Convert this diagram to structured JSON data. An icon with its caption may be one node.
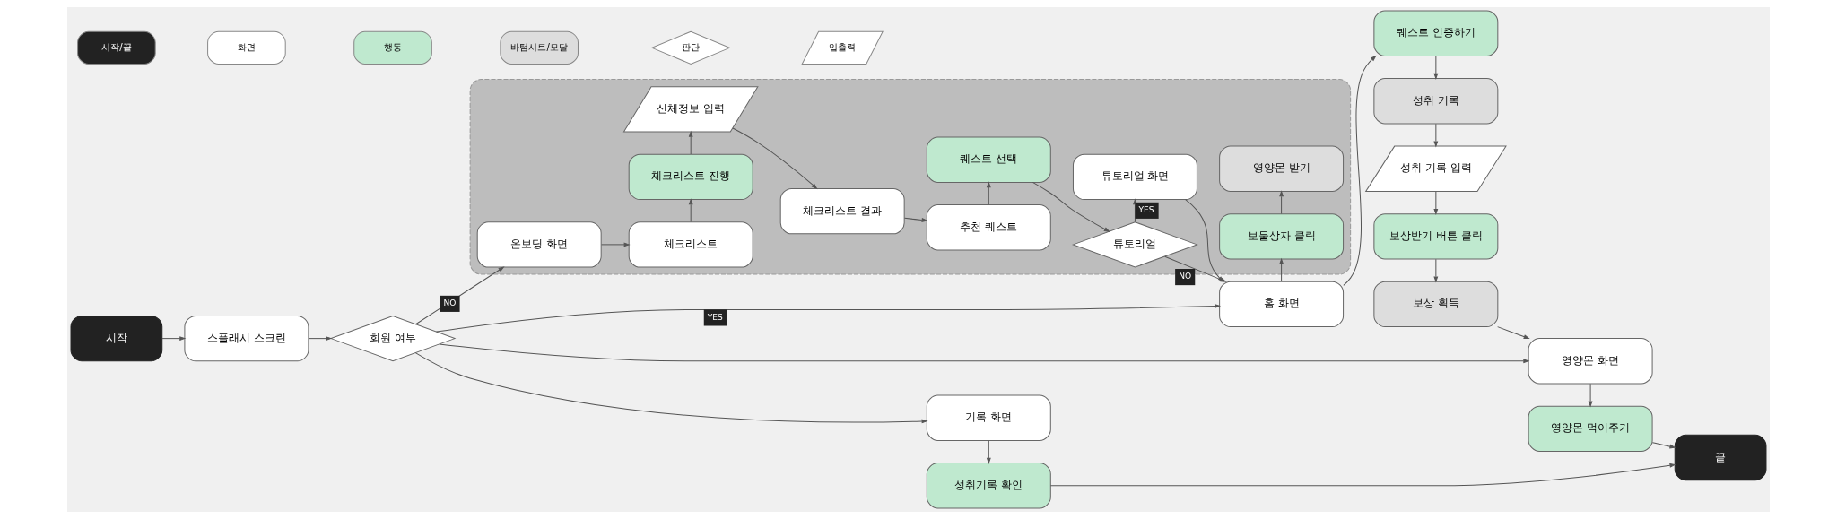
{
  "diagram": {
    "nodes": [
      {
        "text": [
          "시작"
        ]
      },
      {
        "text": [
          "스플래시 스크린"
        ]
      },
      {
        "text": [
          "회원 여부"
        ]
      },
      {
        "text": [],
        "shape": "box"
      },
      {
        "text": [
          "온보딩 화면"
        ],
        "in": 3
      },
      {
        "text": [
          "체크리스트"
        ],
        "in": 3
      },
      {
        "text": [
          "체크리스트 진행"
        ],
        "in": 3
      },
      {
        "text": [
          "신체정보 입력"
        ],
        "in": 3
      },
      {
        "text": [
          "체크리스트 결과"
        ],
        "in": 3
      },
      {
        "text": [
          "추천 퀘스트"
        ],
        "in": 3
      },
      {
        "text": [
          "퀘스트 선택"
        ],
        "in": 3
      },
      {
        "text": [
          "튜토리얼"
        ],
        "in": 3
      },
      {
        "text": [
          "튜토리얼 화면"
        ],
        "in": 3
      },
      {
        "text": [
          "홈 화면"
        ]
      },
      {
        "text": [
          "보물상자 클릭"
        ],
        "in": 3
      },
      {
        "text": [
          "영양몬 받기"
        ],
        "in": 3
      },
      {
        "text": [
          "퀘스트 인증하기"
        ]
      },
      {
        "text": [
          "성취 기록"
        ]
      },
      {
        "text": [
          "성취 기록 입력"
        ]
      },
      {
        "text": [
          "보상받기 버튼 클릭"
        ]
      },
      {
        "text": [
          "보상 획득"
        ]
      },
      {
        "text": [
          "영양몬 화면"
        ]
      },
      {
        "text": [
          "영양몬 먹이주기"
        ]
      },
      {
        "text": [
          "기록 화면"
        ]
      },
      {
        "text": [
          "성취기록 확인"
        ]
      },
      {
        "text": [
          "끝"
        ]
      }
    ],
    "edges": [
      {
        "from": 0,
        "to": 1,
        "arrow": "to"
      },
      {
        "from": 1,
        "to": 2,
        "arrow": "to"
      },
      {
        "from": 2,
        "to": 4,
        "arrow": "to",
        "label": "NO"
      },
      {
        "from": 2,
        "to": 13,
        "arrow": "to",
        "label": "YES"
      },
      {
        "from": 2,
        "to": 21,
        "arrow": "to"
      },
      {
        "from": 2,
        "to": 23,
        "arrow": "to"
      },
      {
        "from": 4,
        "to": 5,
        "arrow": "to"
      },
      {
        "from": 5,
        "to": 6,
        "arrow": "to"
      },
      {
        "from": 6,
        "to": 7,
        "arrow": "to"
      },
      {
        "from": 7,
        "to": 8,
        "arrow": "to"
      },
      {
        "from": 8,
        "to": 9,
        "arrow": "to"
      },
      {
        "from": 9,
        "to": 10,
        "arrow": "to"
      },
      {
        "from": 10,
        "to": 11,
        "arrow": "to"
      },
      {
        "from": 11,
        "to": 13,
        "arrow": "to",
        "label": "NO"
      },
      {
        "from": 11,
        "to": 12,
        "arrow": "to",
        "label": "YES"
      },
      {
        "from": 12,
        "to": 13,
        "arrow": "to"
      },
      {
        "from": 13,
        "to": 14,
        "arrow": "to"
      },
      {
        "from": 14,
        "to": 15,
        "arrow": "to"
      },
      {
        "from": 13,
        "to": 16,
        "arrow": "to"
      },
      {
        "from": 16,
        "to": 17,
        "arrow": "to"
      },
      {
        "from": 17,
        "to": 18,
        "arrow": "to"
      },
      {
        "from": 18,
        "to": 19,
        "arrow": "to"
      },
      {
        "from": 19,
        "to": 20,
        "arrow": "to"
      },
      {
        "from": 20,
        "to": 21,
        "arrow": "to"
      },
      {
        "from": 21,
        "to": 22,
        "arrow": "to"
      },
      {
        "from": 23,
        "to": 24,
        "arrow": "to"
      },
      {
        "from": 22,
        "to": 25,
        "arrow": "to"
      },
      {
        "from": 24,
        "to": 25,
        "arrow": "to"
      }
    ],
    "legend": [
      {
        "text": "시작/끝",
        "color": "#222222"
      },
      {
        "text": "화면",
        "color": "#ffffff"
      },
      {
        "text": "행동",
        "color": "#bfe9cf"
      },
      {
        "text": "바텀시트/모달",
        "color": "#dddddd"
      },
      {
        "text": "판단"
      },
      {
        "text": "입출력"
      }
    ]
  }
}
